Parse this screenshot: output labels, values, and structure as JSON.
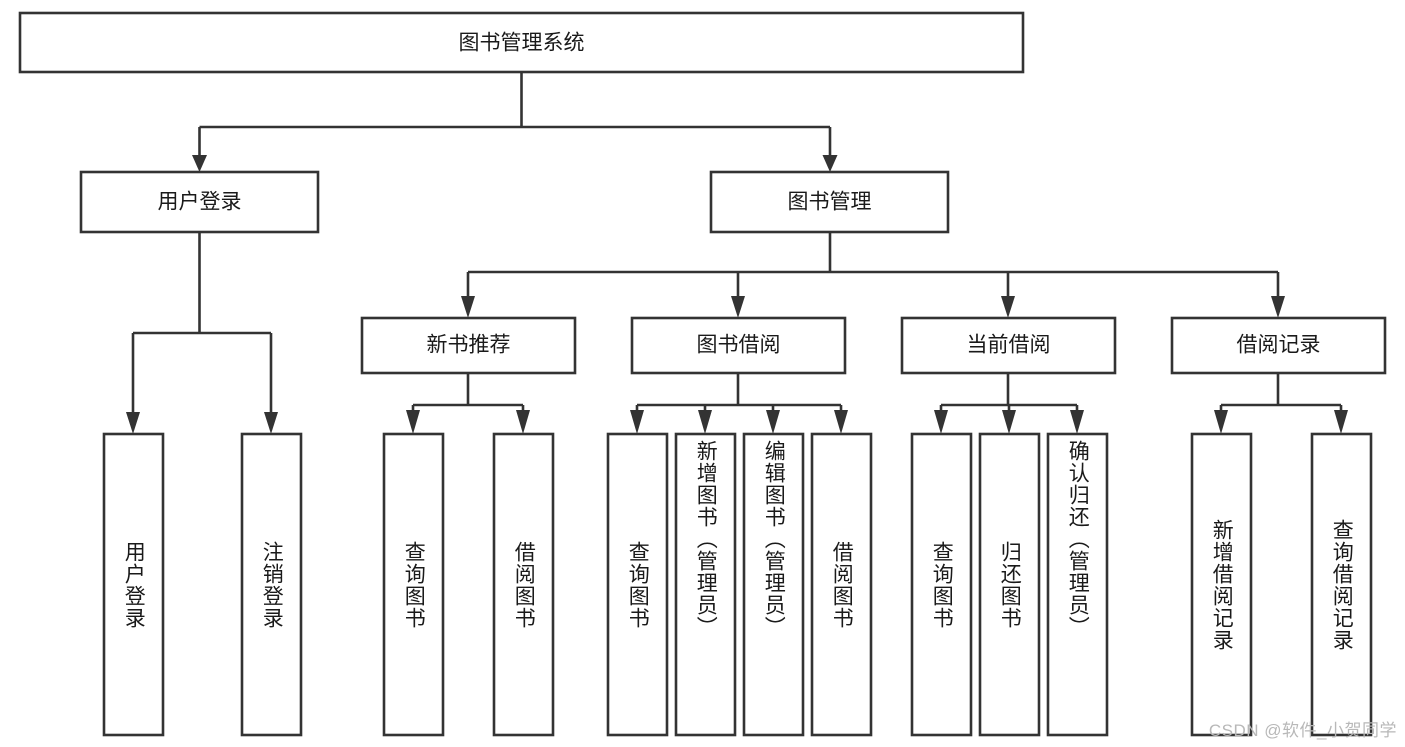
{
  "diagram": {
    "type": "tree-hierarchy",
    "title": "图书管理系统",
    "root": {
      "label": "图书管理系统"
    },
    "level2": [
      {
        "label": "用户登录"
      },
      {
        "label": "图书管理"
      }
    ],
    "level3": [
      {
        "label": "新书推荐"
      },
      {
        "label": "图书借阅"
      },
      {
        "label": "当前借阅"
      },
      {
        "label": "借阅记录"
      }
    ],
    "leaves": {
      "user_login": [
        {
          "label": "用户登录"
        },
        {
          "label": "注销登录"
        }
      ],
      "new_book_recommend": [
        {
          "label": "查询图书"
        },
        {
          "label": "借阅图书"
        }
      ],
      "book_borrow": [
        {
          "label": "查询图书"
        },
        {
          "label": "新增图书（管理员）"
        },
        {
          "label": "编辑图书（管理员）"
        },
        {
          "label": "借阅图书"
        }
      ],
      "current_borrow": [
        {
          "label": "查询图书"
        },
        {
          "label": "归还图书"
        },
        {
          "label": "确认归还（管理员）"
        }
      ],
      "borrow_record": [
        {
          "label": "新增借阅记录"
        },
        {
          "label": "查询借阅记录"
        }
      ]
    },
    "colors": {
      "stroke": "#333333",
      "fill": "#ffffff",
      "text": "#1a1a1a",
      "watermark": "#b8b8b8"
    }
  },
  "watermark": {
    "text": "CSDN @软件_小贺同学"
  }
}
